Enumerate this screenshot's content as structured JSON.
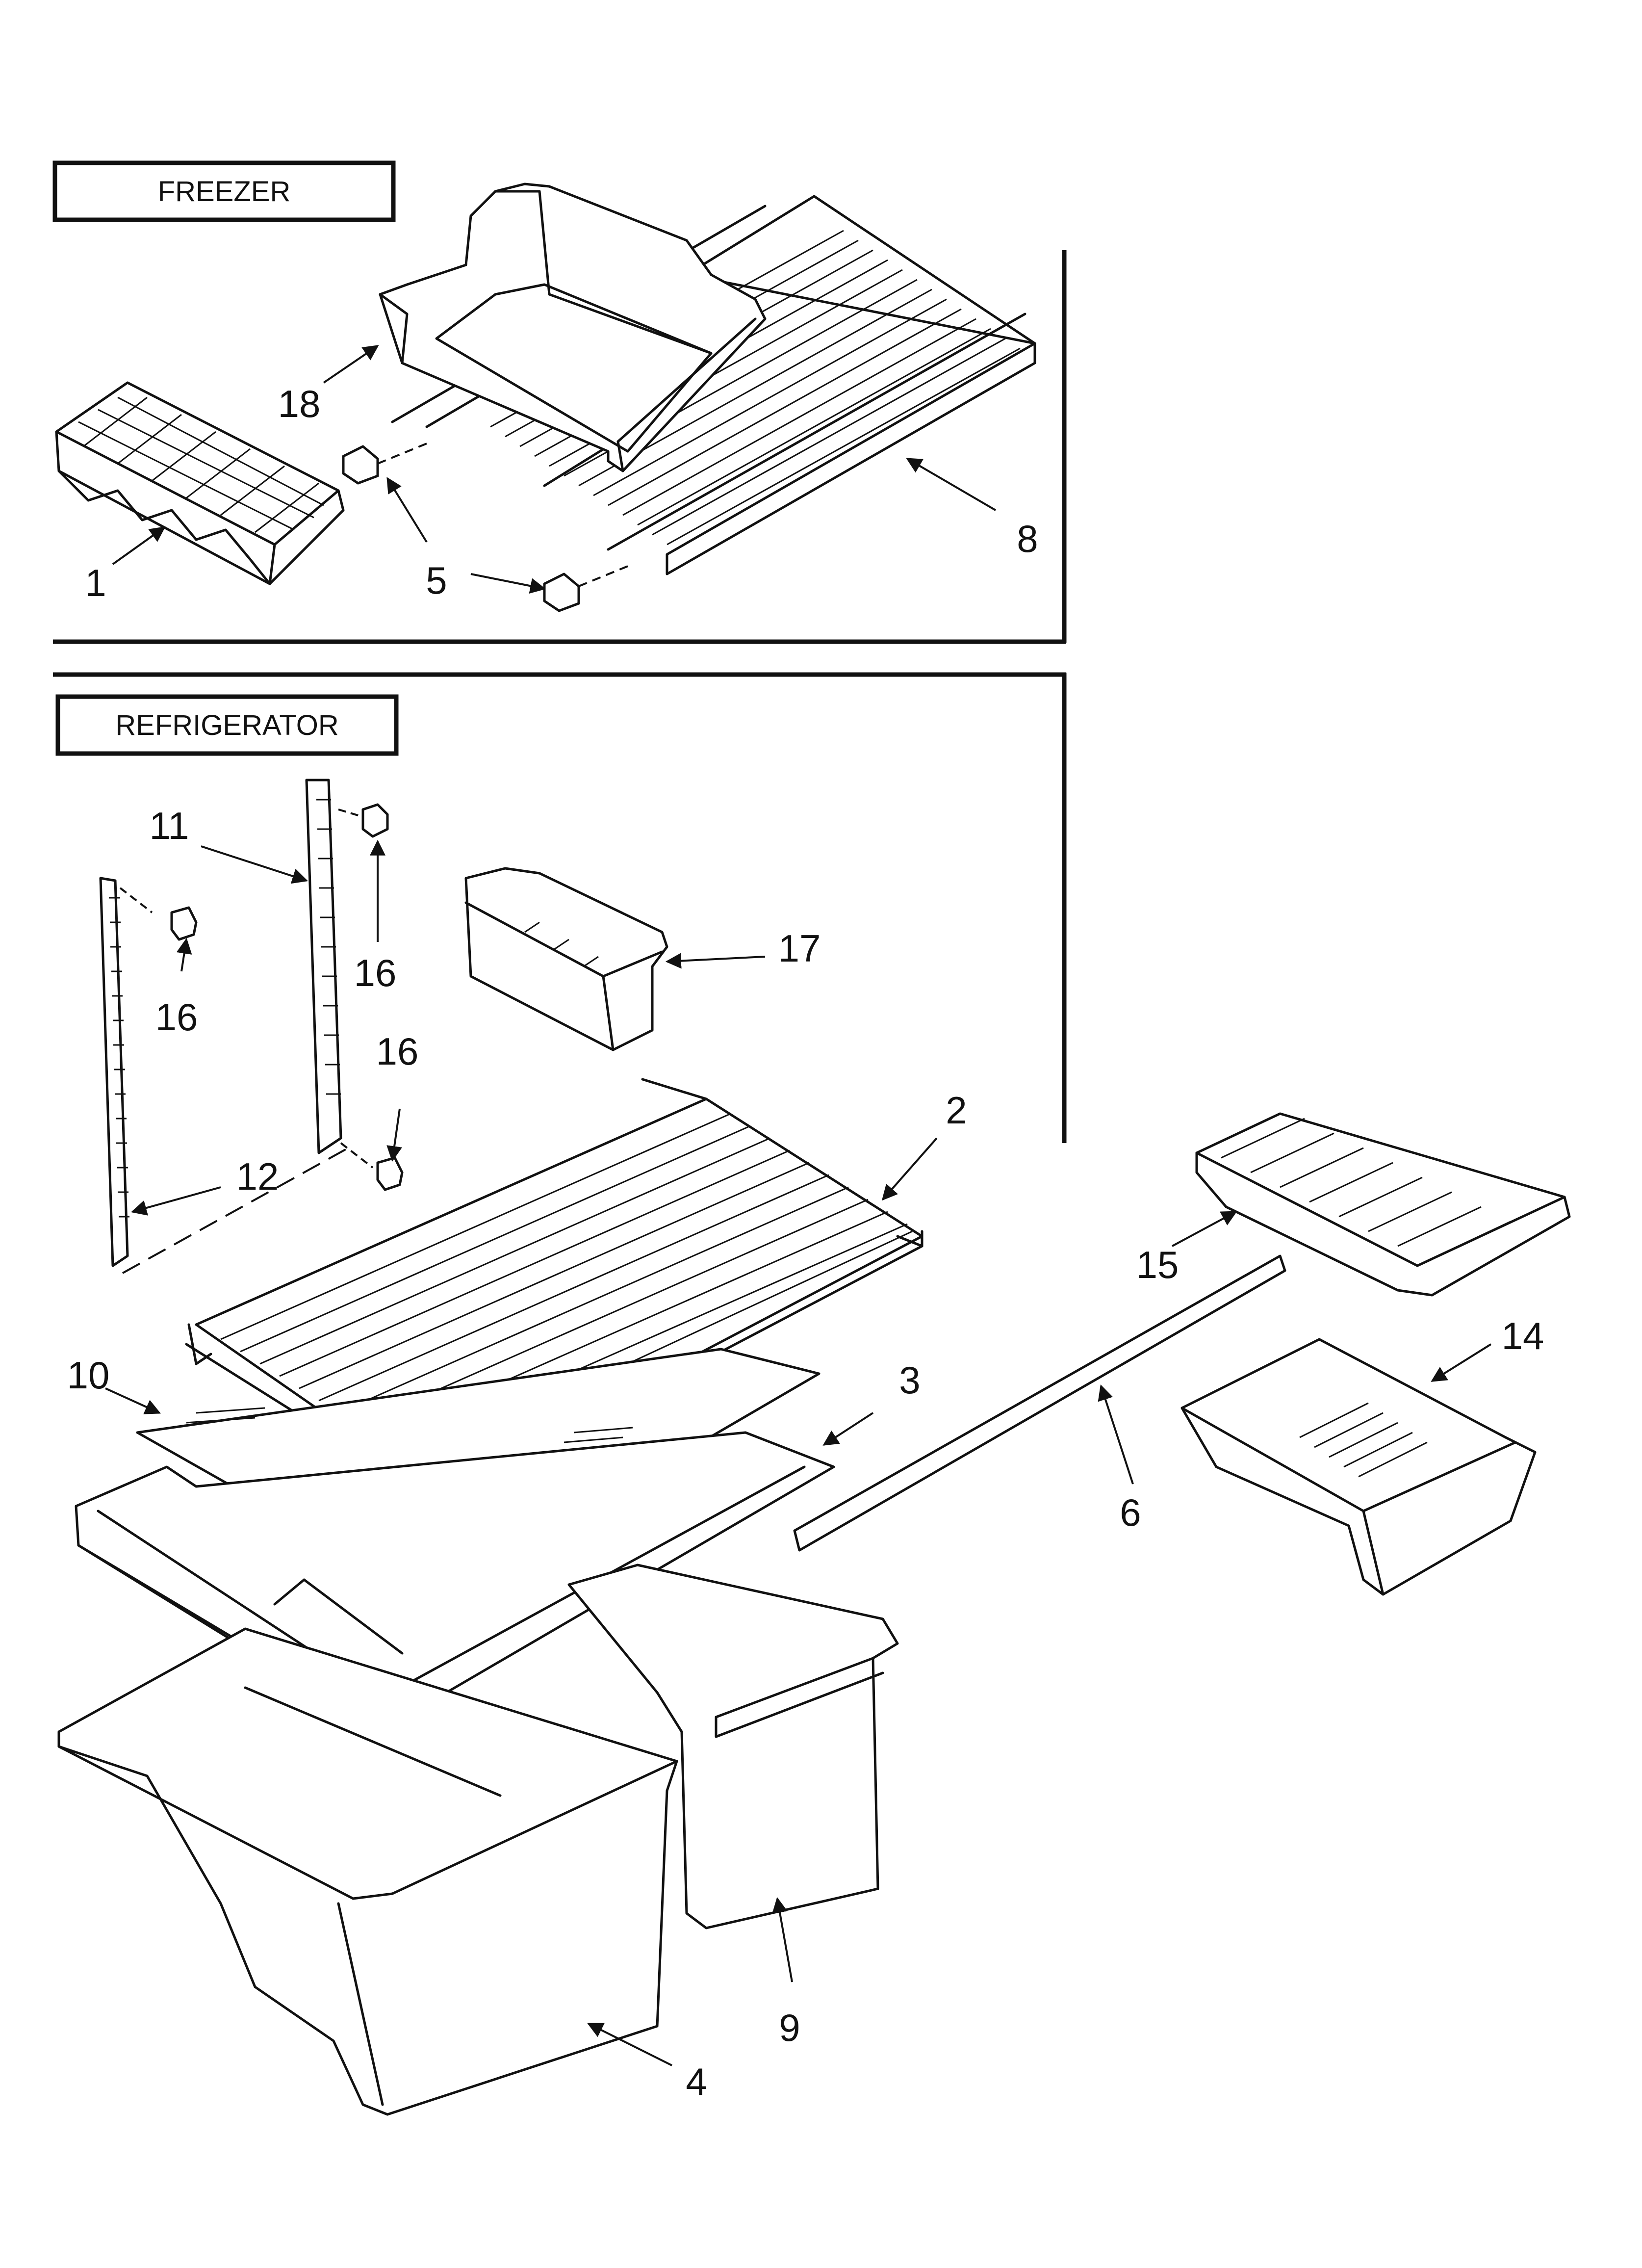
{
  "sections": {
    "freezer": "FREEZER",
    "refrigerator": "REFRIGERATOR"
  },
  "callouts": {
    "ice_tray": "1",
    "refrigerator_shelf": "2",
    "shelf_frame": "3",
    "crisper_drawer_large": "4",
    "shelf_stud_freezer": "5",
    "pan_divider": "6",
    "freezer_shelf": "8",
    "crisper_drawer_small": "9",
    "crisper_glass": "10",
    "shelf_track_right": "11",
    "shelf_track_left": "12",
    "meat_pan": "14",
    "meat_pan_cover": "15",
    "screw_left": "16",
    "screw_upper": "16",
    "screw_lower": "16",
    "utility_bin": "17",
    "freezer_basket": "18"
  }
}
